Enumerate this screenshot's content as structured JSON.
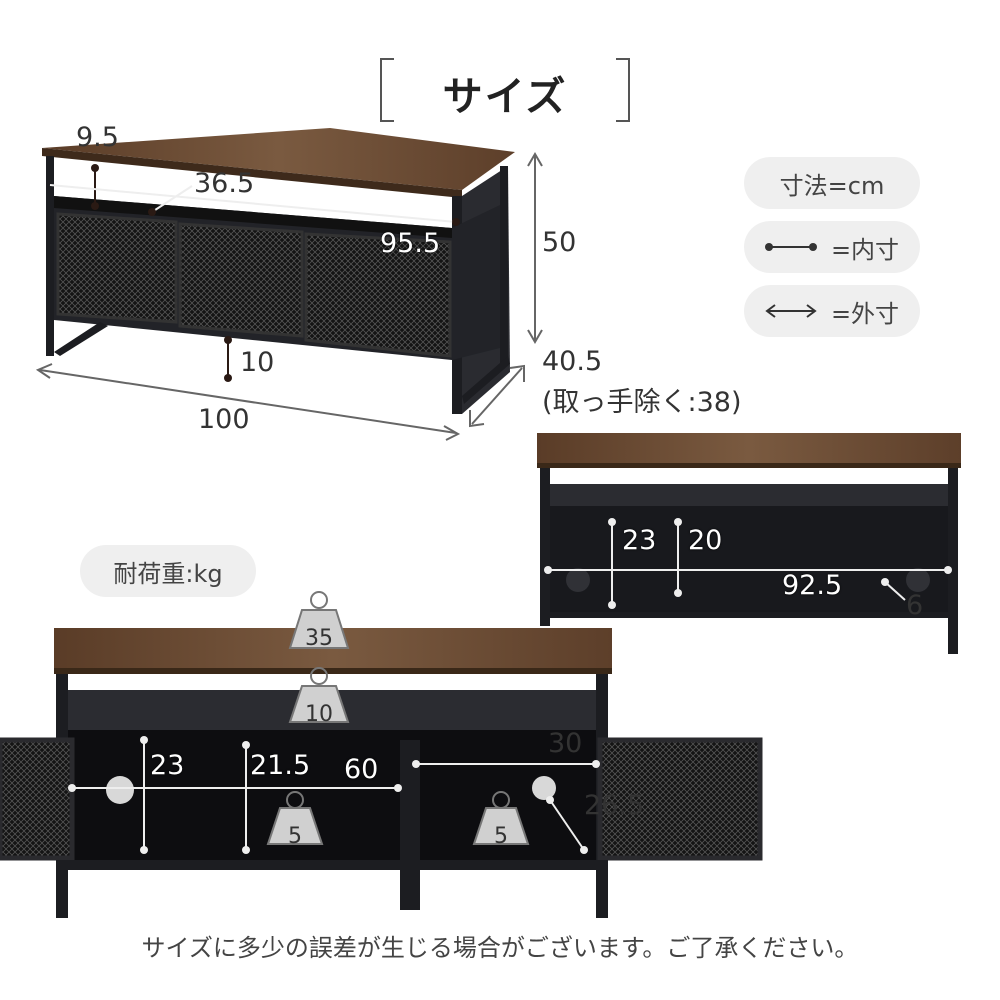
{
  "heading": "サイズ",
  "legend": {
    "unit": "寸法=cm",
    "inner": "=内寸",
    "outer": "=外寸",
    "load": "耐荷重:kg",
    "inner_icon": "dot-line-dot-icon",
    "outer_icon": "double-arrow-icon"
  },
  "dimensions_top": {
    "shelf_height": "9.5",
    "shelf_depth": "36.5",
    "inner_width": "95.5",
    "height": "50",
    "bottom_clearance": "10",
    "width": "100",
    "depth": "40.5",
    "depth_note": "(取っ手除く:38)"
  },
  "dimensions_back": {
    "h1": "23",
    "h2": "20",
    "width": "92.5",
    "hole": "6"
  },
  "dimensions_front": {
    "left_h": "23",
    "mid_h": "21.5",
    "left_w": "60",
    "right_w": "30",
    "right_h": "26.5"
  },
  "loads": {
    "top": "35",
    "shelf": "10",
    "left_cabinet": "5",
    "right_cabinet": "5"
  },
  "colors": {
    "wood": "#6b4a33",
    "metal": "#1c1d21",
    "pill": "#efefef"
  },
  "footer_note": "サイズに多少の誤差が生じる場合がございます。ご了承ください。"
}
